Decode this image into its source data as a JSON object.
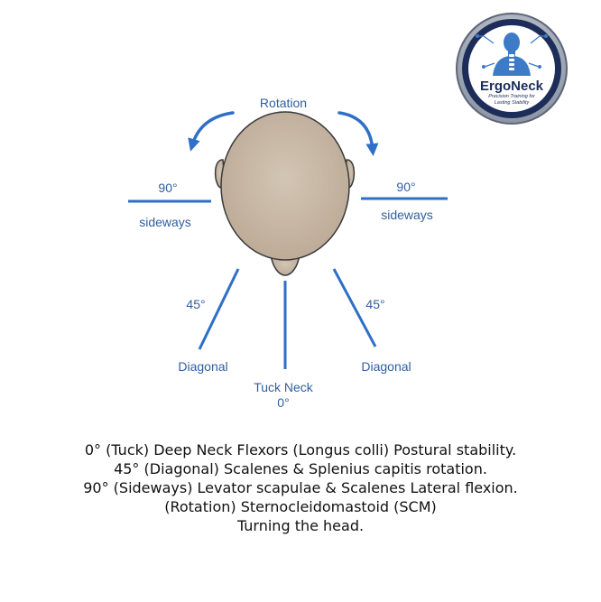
{
  "diagram": {
    "labels": {
      "rotation": "Rotation",
      "left_degree_90": "90°",
      "left_sideways": "sideways",
      "right_degree_90": "90°",
      "right_sideways": "sideways",
      "left_degree_45": "45°",
      "left_diagonal": "Diagonal",
      "right_degree_45": "45°",
      "right_diagonal": "Diagonal",
      "center_tuck": "Tuck Neck",
      "center_degree": "0°"
    },
    "colors": {
      "accent": "#2e6fc7",
      "label": "#2f5f9f",
      "head": "#c7b8a6",
      "head_outline": "#3a3a3a"
    }
  },
  "logo": {
    "title": "ErgoNeck",
    "tagline_1": "Precision Training for",
    "tagline_2": "Lasting Stability",
    "colors": {
      "navy": "#1c2d5a",
      "ring": "#7d8596",
      "figure": "#3d7bc6"
    }
  },
  "caption": {
    "line1": "0° (Tuck) Deep Neck Flexors (Longus colli) Postural stability.",
    "line2": "45° (Diagonal) Scalenes & Splenius capitis rotation.",
    "line3": "90° (Sideways) Levator scapulae & Scalenes Lateral flexion.",
    "line4": "(Rotation) Sternocleidomastoid (SCM)",
    "line5": "Turning the head."
  }
}
